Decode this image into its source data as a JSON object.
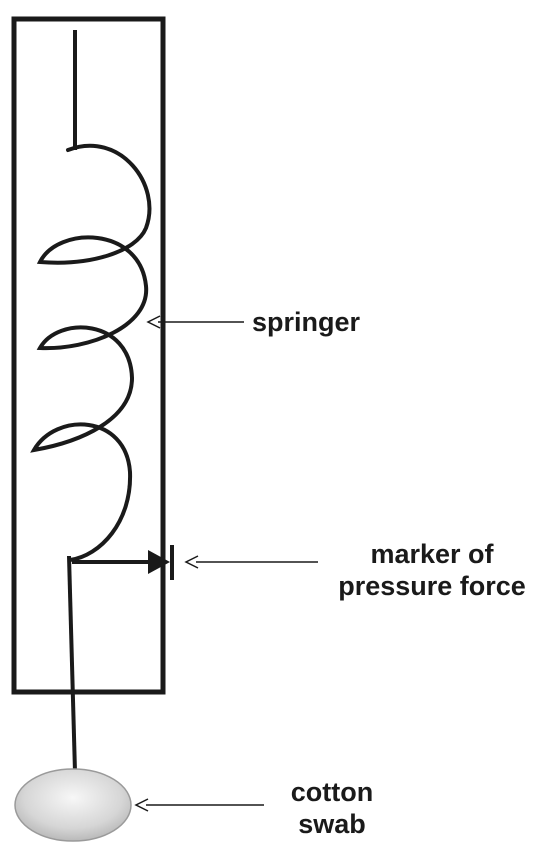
{
  "labels": {
    "springer": "springer",
    "marker_line1": "marker of",
    "marker_line2": "pressure force",
    "swab_line1": "cotton",
    "swab_line2": "swab"
  },
  "colors": {
    "stroke": "#1a1a1a",
    "swab_fill_center": "#f7f7f7",
    "swab_fill_edge": "#b9b9b9",
    "background": "#ffffff"
  }
}
